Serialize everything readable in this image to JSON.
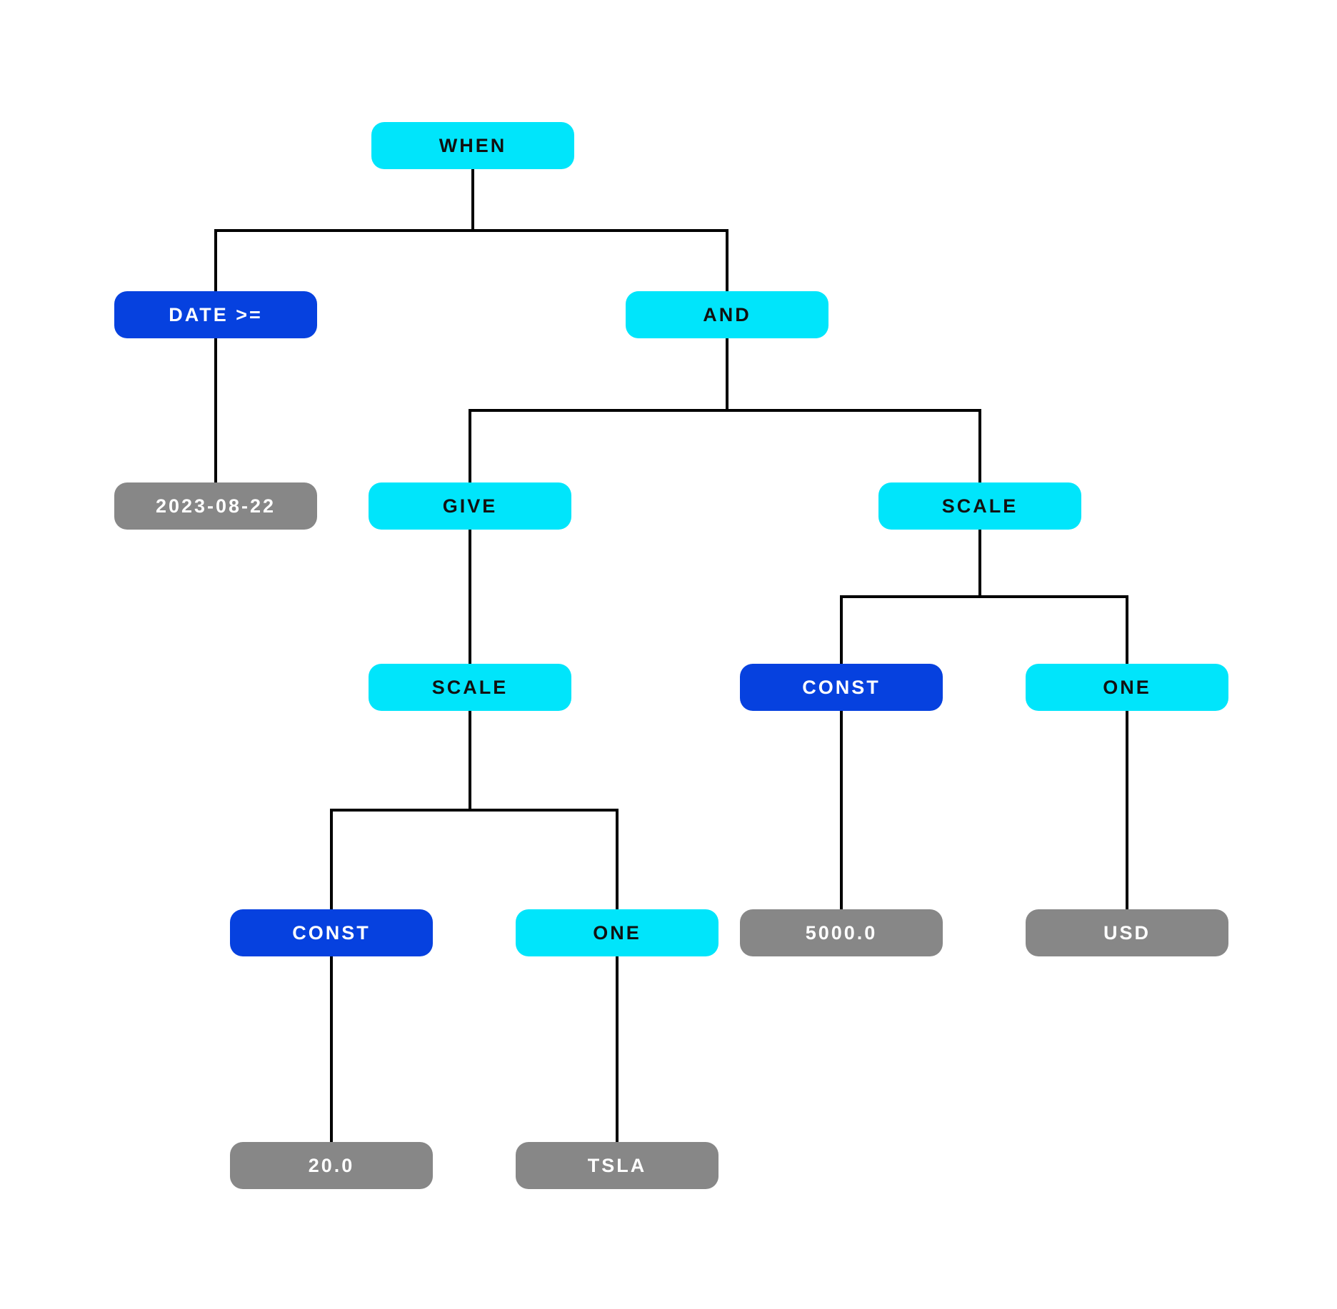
{
  "colors": {
    "operator": "#00e5fb",
    "operator_text": "#111111",
    "primitive": "#0641df",
    "primitive_text": "#ffffff",
    "value": "#878787",
    "value_text": "#ffffff",
    "edge": "#000000"
  },
  "nodes": {
    "when": {
      "label": "WHEN",
      "kind": "operator"
    },
    "date_gte": {
      "label": "DATE >=",
      "kind": "primitive"
    },
    "and": {
      "label": "AND",
      "kind": "operator"
    },
    "date_value": {
      "label": "2023-08-22",
      "kind": "value"
    },
    "give": {
      "label": "GIVE",
      "kind": "operator"
    },
    "scale_right": {
      "label": "SCALE",
      "kind": "operator"
    },
    "scale_left": {
      "label": "SCALE",
      "kind": "operator"
    },
    "const_right": {
      "label": "CONST",
      "kind": "primitive"
    },
    "one_right": {
      "label": "ONE",
      "kind": "operator"
    },
    "const_left": {
      "label": "CONST",
      "kind": "primitive"
    },
    "one_left": {
      "label": "ONE",
      "kind": "operator"
    },
    "value_5000": {
      "label": "5000.0",
      "kind": "value"
    },
    "value_usd": {
      "label": "USD",
      "kind": "value"
    },
    "value_20": {
      "label": "20.0",
      "kind": "value"
    },
    "value_tsla": {
      "label": "TSLA",
      "kind": "value"
    }
  },
  "edges": [
    [
      "when",
      "date_gte"
    ],
    [
      "when",
      "and"
    ],
    [
      "date_gte",
      "date_value"
    ],
    [
      "and",
      "give"
    ],
    [
      "and",
      "scale_right"
    ],
    [
      "give",
      "scale_left"
    ],
    [
      "scale_right",
      "const_right"
    ],
    [
      "scale_right",
      "one_right"
    ],
    [
      "scale_left",
      "const_left"
    ],
    [
      "scale_left",
      "one_left"
    ],
    [
      "const_right",
      "value_5000"
    ],
    [
      "one_right",
      "value_usd"
    ],
    [
      "const_left",
      "value_20"
    ],
    [
      "one_left",
      "value_tsla"
    ]
  ]
}
